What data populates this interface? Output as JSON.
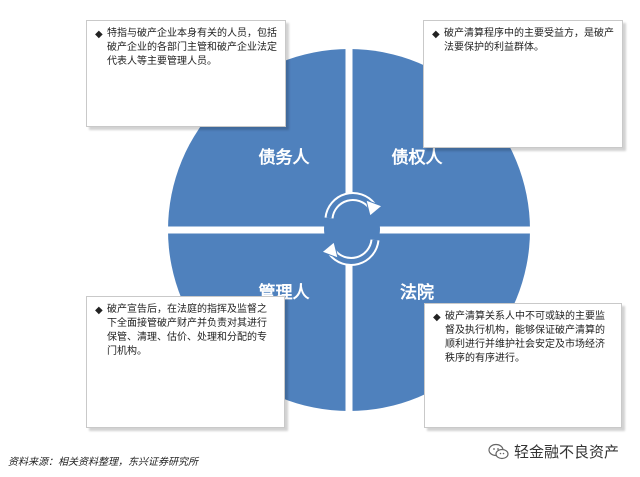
{
  "quadrants": {
    "top_left": "债务人",
    "top_right": "债权人",
    "bottom_left": "管理人",
    "bottom_right": "法院"
  },
  "notes": {
    "top_left": "特指与破产企业本身有关的人员，包括破产企业的各部门主管和破产企业法定代表人等主要管理人员。",
    "top_right": "破产清算程序中的主要受益方，是破产法要保护的利益群体。",
    "bottom_left": "破产宣告后，在法庭的指挥及监督之下全面接管破产财产并负责对其进行保管、清理、估价、处理和分配的专门机构。",
    "bottom_right": "破产清算关系人中不可或缺的主要监督及执行机构，能够保证破产清算的顺利进行并维护社会安定及市场经济秩序的有序进行。"
  },
  "bullet_symbol": "◆",
  "footer": {
    "source": "资料来源：相关资料整理，东兴证券研究所",
    "brand": "轻金融不良资产"
  },
  "colors": {
    "quadrant_fill": "#4f81bd",
    "separator": "#ffffff",
    "note_border": "#c9c9c9"
  }
}
